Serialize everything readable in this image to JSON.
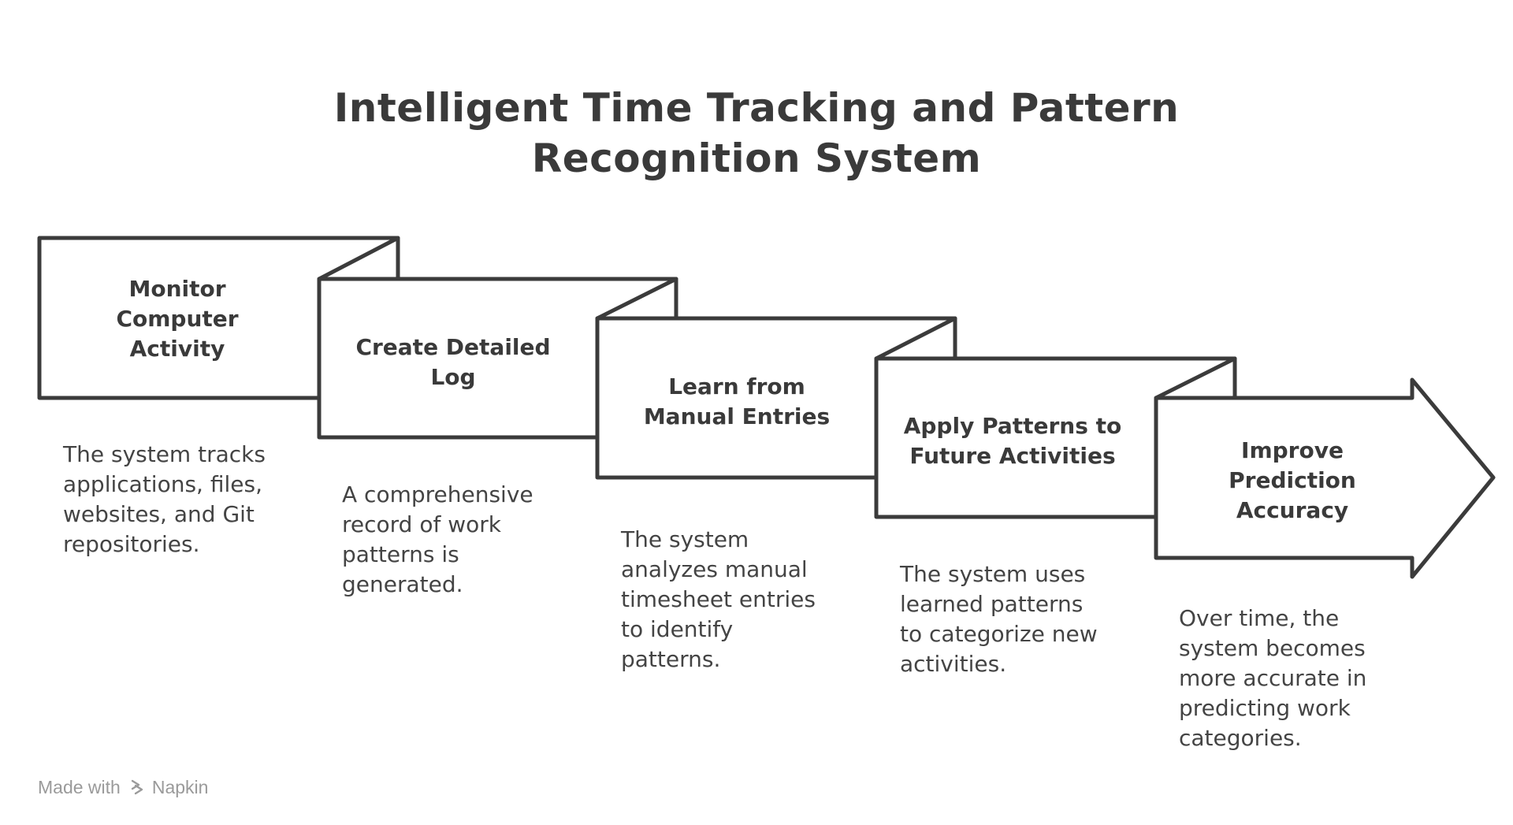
{
  "title_line1": "Intelligent Time Tracking and Pattern",
  "title_line2": "Recognition System",
  "steps": [
    {
      "label": "Monitor Computer Activity",
      "description": "The system tracks\napplications, files,\nwebsites, and Git\nrepositories."
    },
    {
      "label": "Create Detailed Log",
      "description": "A comprehensive\nrecord of work\npatterns is\ngenerated."
    },
    {
      "label": "Learn from Manual Entries",
      "description": "The system\nanalyzes manual\ntimesheet entries\nto identify\npatterns."
    },
    {
      "label": "Apply Patterns to Future Activities",
      "description": "The system uses\nlearned patterns\nto categorize new\nactivities."
    },
    {
      "label": "Improve Prediction Accuracy",
      "description": "Over time, the\nsystem becomes\nmore accurate in\npredicting work\ncategories."
    }
  ],
  "footer": {
    "made_with": "Made with",
    "brand": "Napkin"
  },
  "colors": {
    "stroke": "#3b3b3b",
    "fill": "#ffffff",
    "text": "#3a3a3a",
    "footer": "#9a9a9a"
  },
  "icons": [
    "napkin-logo-icon"
  ]
}
